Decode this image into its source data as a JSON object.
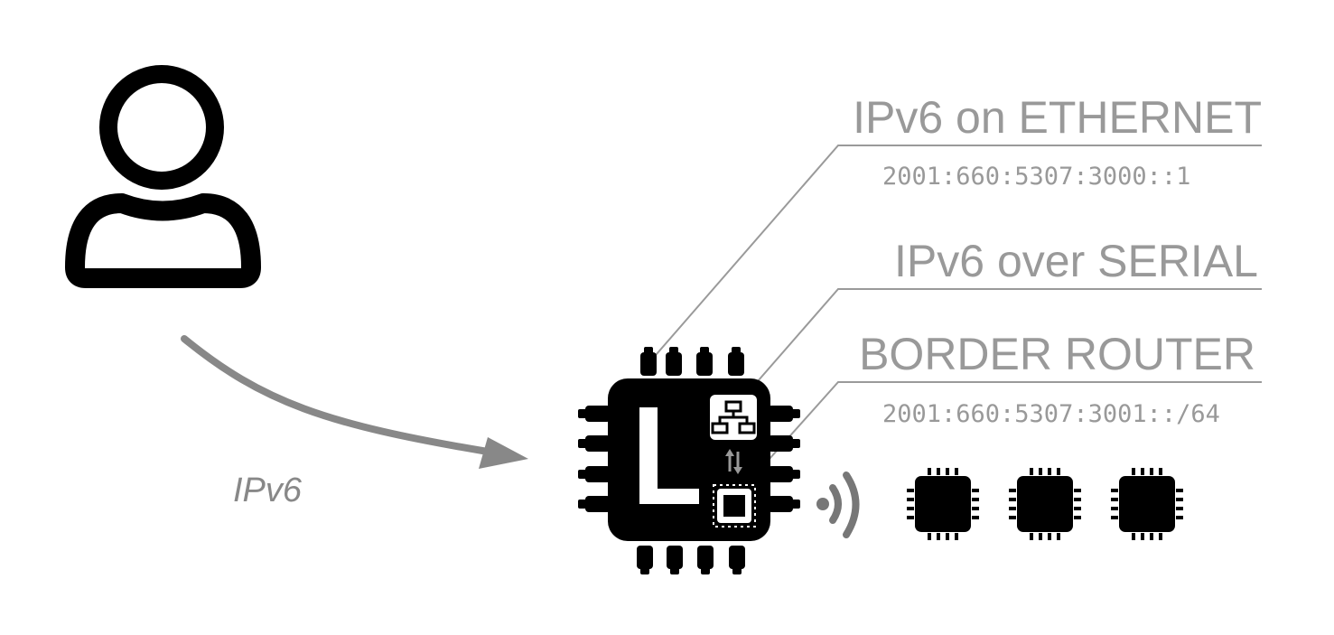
{
  "annotations": {
    "ethernet": {
      "title": "IPv6 on ETHERNET",
      "address": "2001:660:5307:3000::1"
    },
    "serial": {
      "title": "IPv6 over SERIAL"
    },
    "border_router": {
      "title": "BORDER ROUTER",
      "prefix": "2001:660:5307:3001::/64"
    }
  },
  "arrow": {
    "label": "IPv6"
  },
  "colors": {
    "ink": "#000000",
    "label_gray": "#999999",
    "arrow_gray": "#888888",
    "wifi_gray": "#777777"
  },
  "icons": {
    "user": "user-icon",
    "main_board": "chip-board-icon",
    "main_logo": "letter-l-logo",
    "network": "network-icon",
    "exchange": "exchange-arrows-icon",
    "radio": "wireless-signal-icon",
    "nodes": [
      "chip-node-icon",
      "chip-node-icon",
      "chip-node-icon"
    ]
  }
}
